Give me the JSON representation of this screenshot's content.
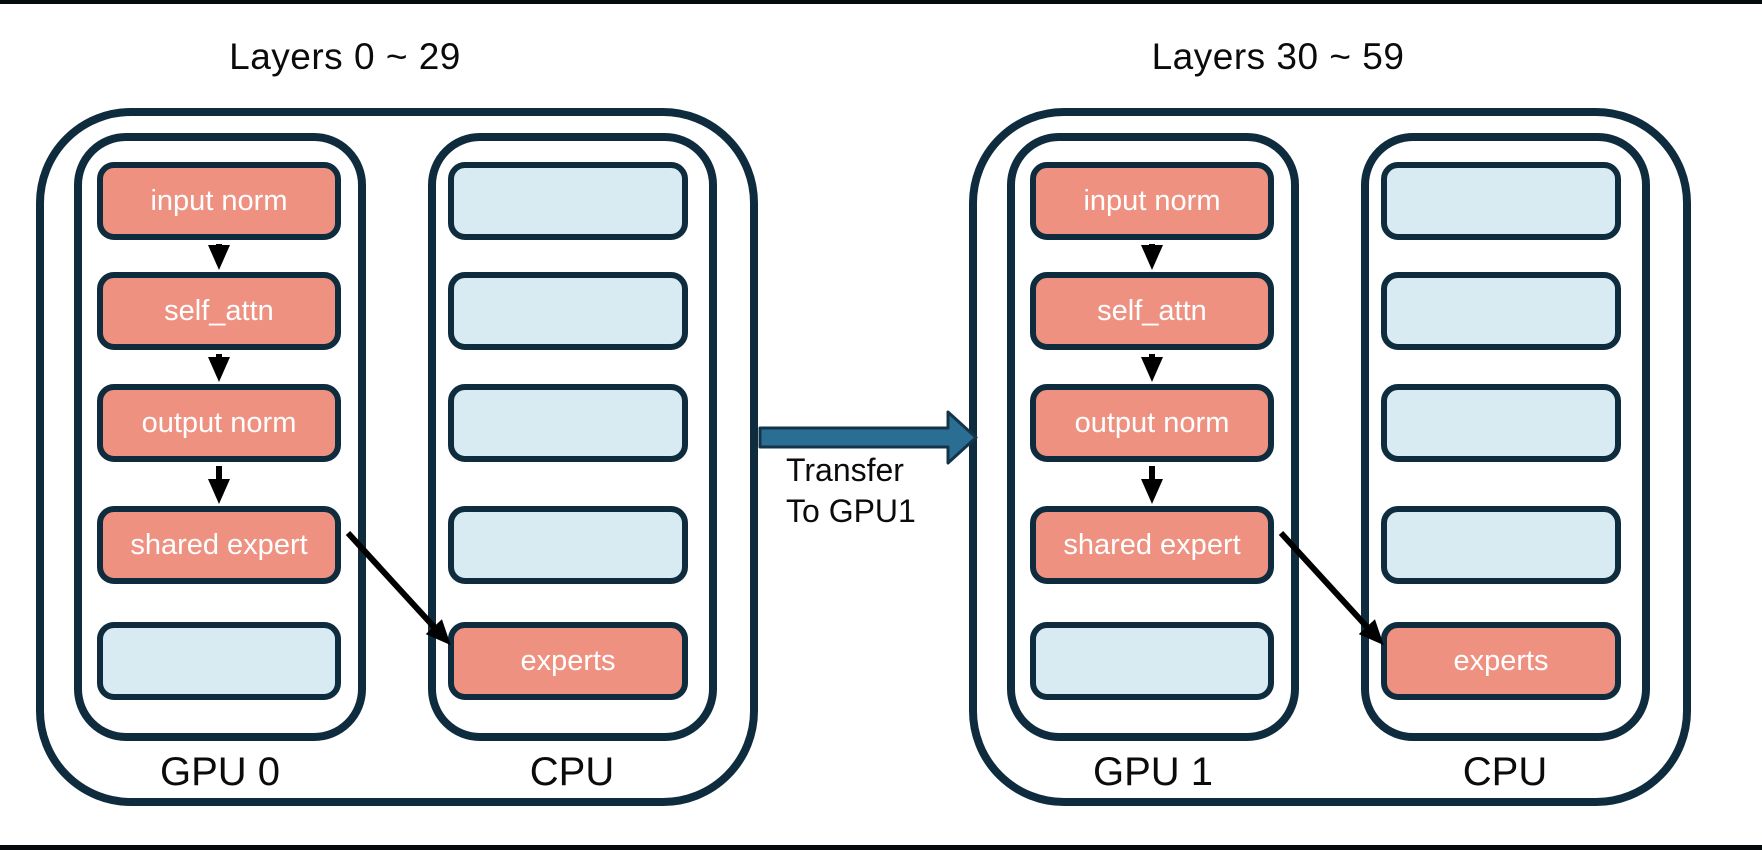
{
  "colors": {
    "outline_navy": "#0e2c3e",
    "gpu_block_salmon": "#ee9181",
    "offloaded_block_blue": "#d9ebf2",
    "transfer_arrow_teal": "#2b6e94",
    "flow_arrow_black": "#000000",
    "text_black": "#0b0b0b",
    "text_white": "#ffffff"
  },
  "groups": [
    {
      "title": "Layers 0 ~ 29",
      "gpu": {
        "label": "GPU 0",
        "boxes": [
          {
            "label": "input norm",
            "type": "active"
          },
          {
            "label": "self_attn",
            "type": "active"
          },
          {
            "label": "output norm",
            "type": "active"
          },
          {
            "label": "shared expert",
            "type": "active"
          },
          {
            "label": "",
            "type": "empty"
          }
        ]
      },
      "cpu": {
        "label": "CPU",
        "boxes": [
          {
            "label": "",
            "type": "empty"
          },
          {
            "label": "",
            "type": "empty"
          },
          {
            "label": "",
            "type": "empty"
          },
          {
            "label": "",
            "type": "empty"
          },
          {
            "label": "experts",
            "type": "active"
          }
        ]
      }
    },
    {
      "title": "Layers 30 ~ 59",
      "gpu": {
        "label": "GPU 1",
        "boxes": [
          {
            "label": "input norm",
            "type": "active"
          },
          {
            "label": "self_attn",
            "type": "active"
          },
          {
            "label": "output norm",
            "type": "active"
          },
          {
            "label": "shared expert",
            "type": "active"
          },
          {
            "label": "",
            "type": "empty"
          }
        ]
      },
      "cpu": {
        "label": "CPU",
        "boxes": [
          {
            "label": "",
            "type": "empty"
          },
          {
            "label": "",
            "type": "empty"
          },
          {
            "label": "",
            "type": "empty"
          },
          {
            "label": "",
            "type": "empty"
          },
          {
            "label": "experts",
            "type": "active"
          }
        ]
      }
    }
  ],
  "transfer": {
    "label_line1": "Transfer",
    "label_line2": "To GPU1"
  }
}
